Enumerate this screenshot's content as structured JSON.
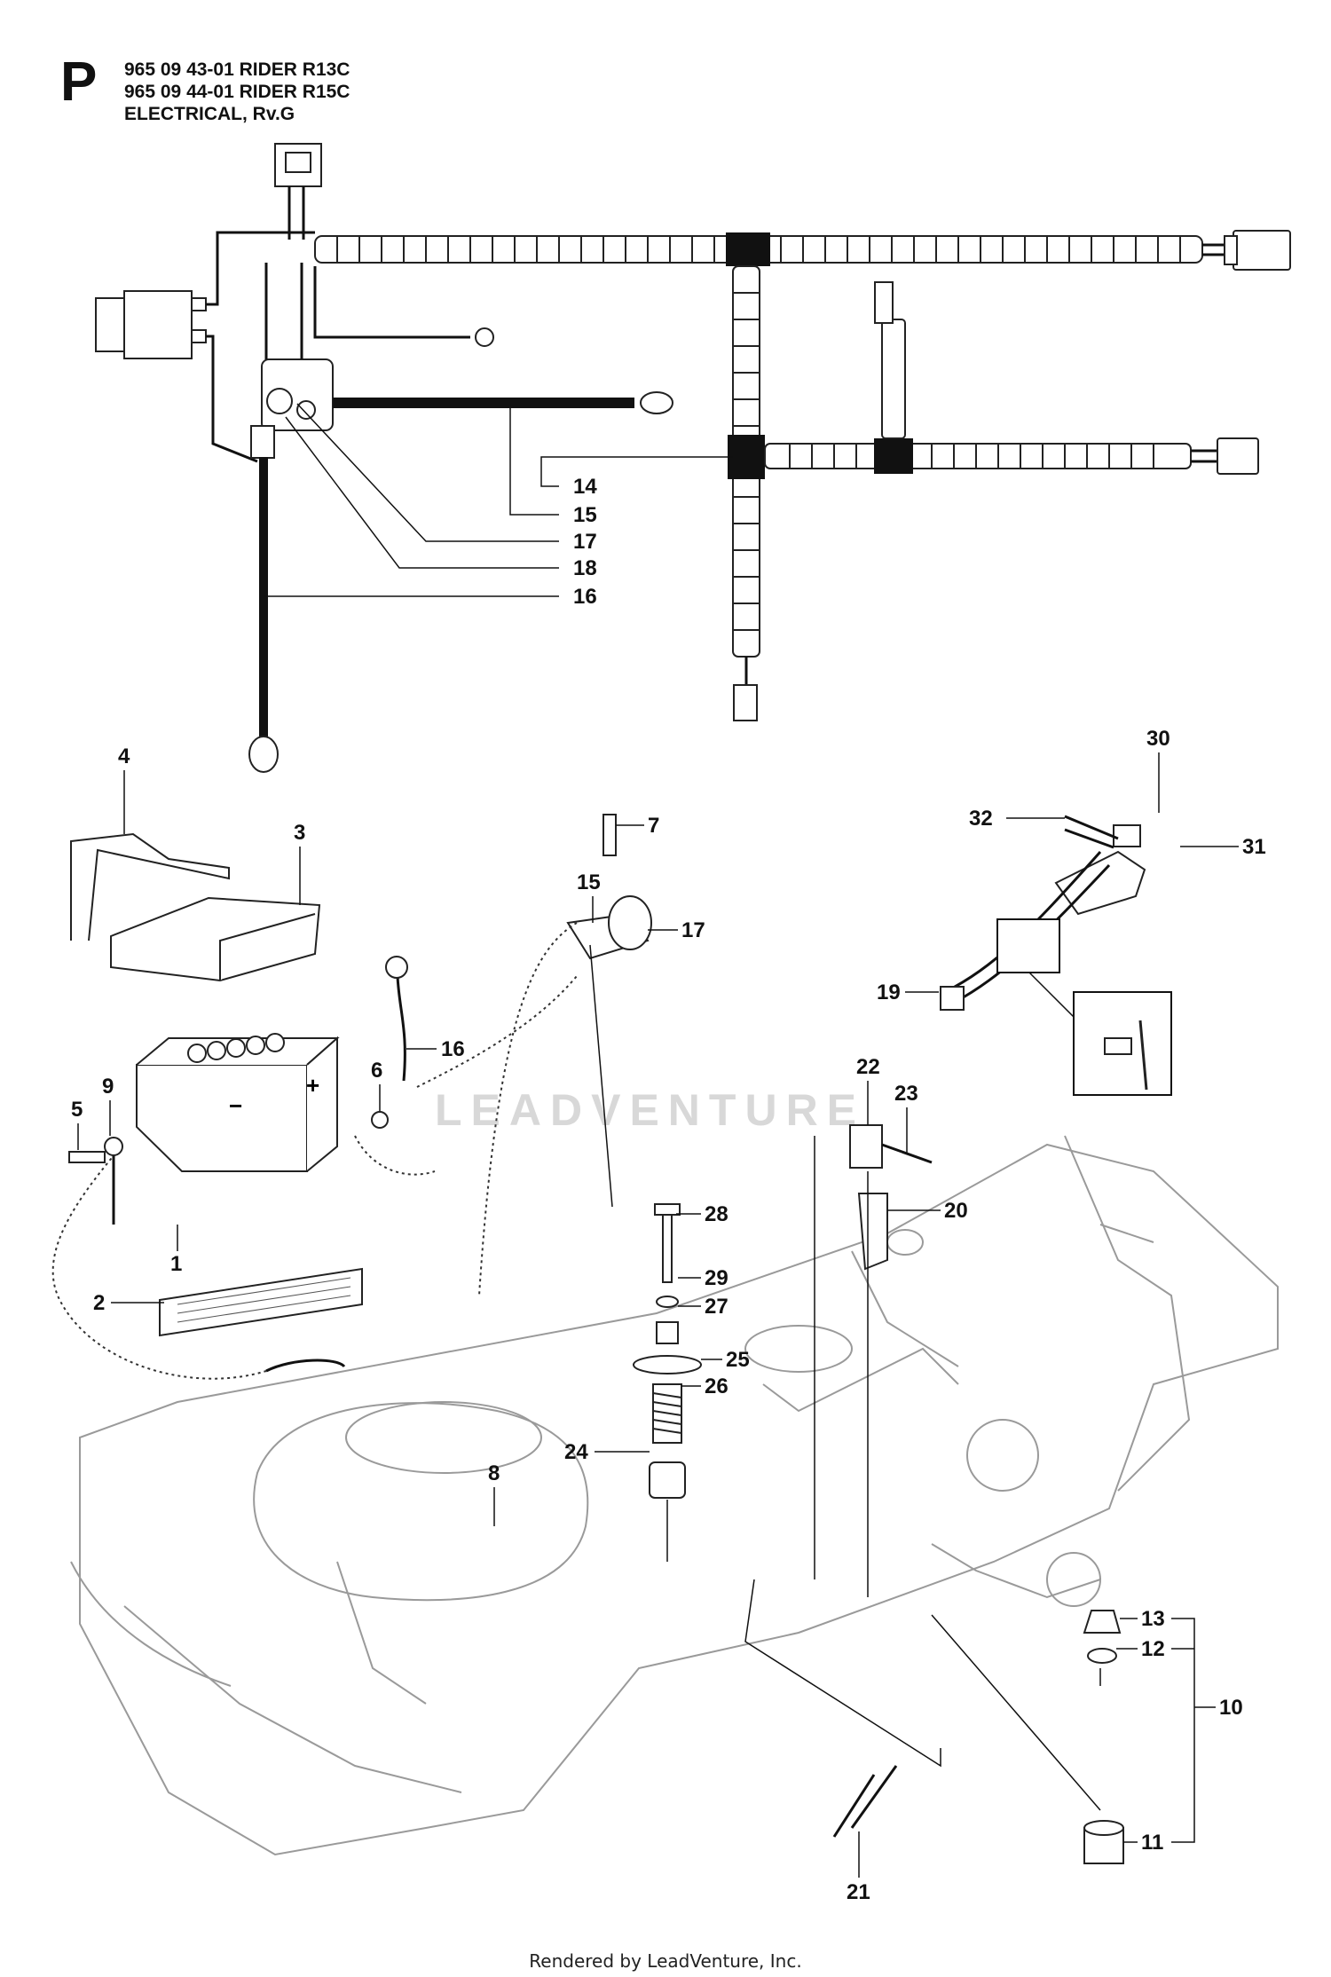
{
  "header": {
    "section_letter": "P",
    "line1": "965 09 43-01 RIDER R13C",
    "line2": "965 09 44-01 RIDER R15C",
    "line3": "ELECTRICAL, Rv.G"
  },
  "watermark": "LEADVENTURE",
  "footer": "Rendered by LeadVenture, Inc.",
  "callouts": {
    "c1": "1",
    "c2": "2",
    "c3": "3",
    "c4": "4",
    "c5": "5",
    "c6": "6",
    "c7": "7",
    "c8": "8",
    "c9": "9",
    "c10": "10",
    "c11": "11",
    "c12": "12",
    "c13": "13",
    "c14": "14",
    "c15": "15",
    "c15b": "15",
    "c16": "16",
    "c16b": "16",
    "c17": "17",
    "c17b": "17",
    "c18": "18",
    "c19": "19",
    "c20": "20",
    "c21": "21",
    "c22": "22",
    "c23": "23",
    "c24": "24",
    "c25": "25",
    "c26": "26",
    "c27": "27",
    "c28": "28",
    "c29": "29",
    "c30": "30",
    "c31": "31",
    "c32": "32"
  },
  "icons": {
    "harness": "wire-harness-icon",
    "battery": "battery-icon",
    "frame": "tractor-frame-icon"
  }
}
